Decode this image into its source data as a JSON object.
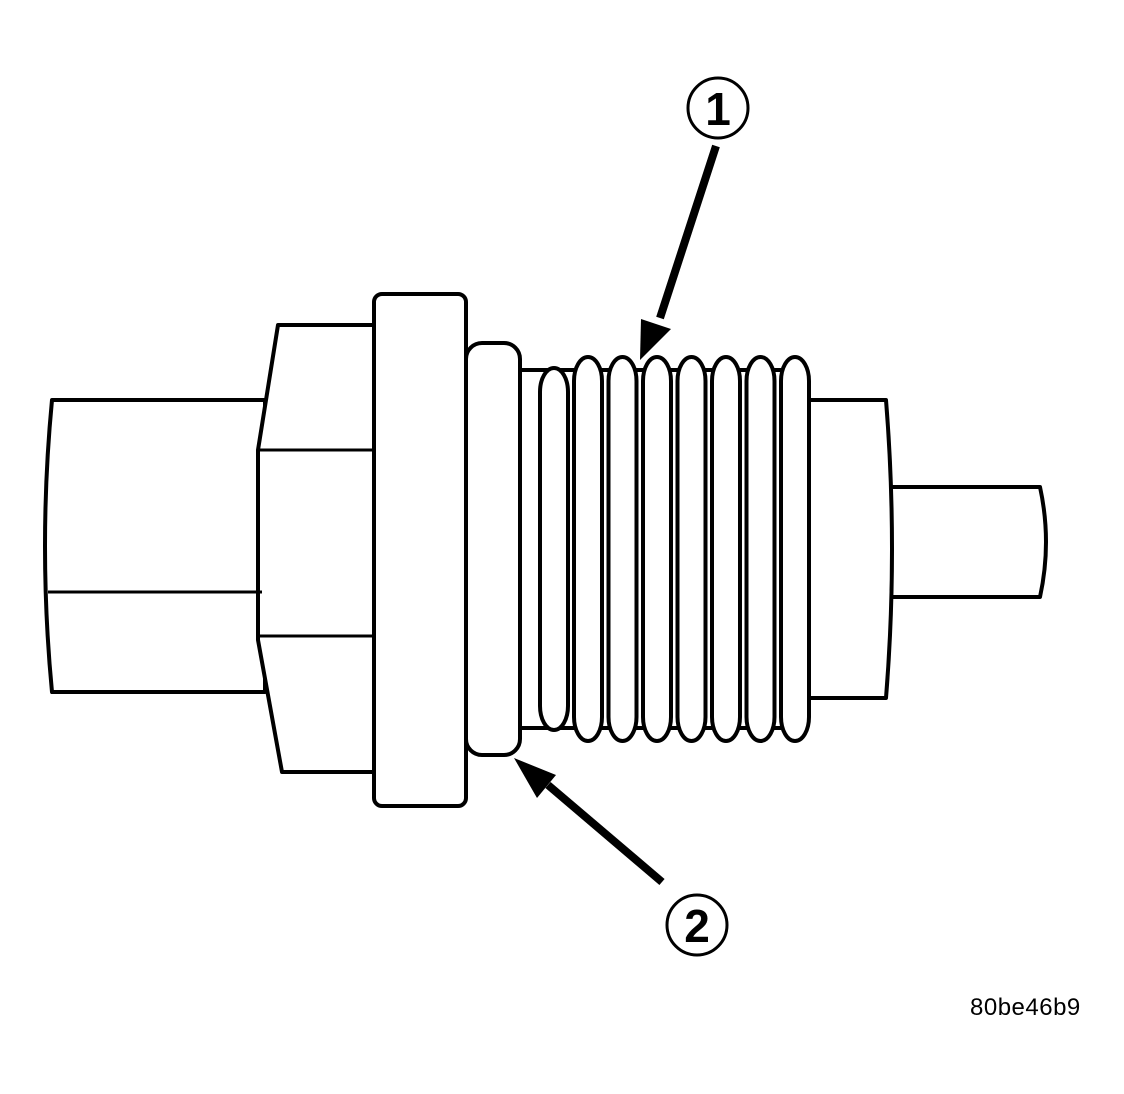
{
  "callouts": [
    {
      "id": "1",
      "label": "1"
    },
    {
      "id": "2",
      "label": "2"
    }
  ],
  "figure_id": "80be46b9",
  "colors": {
    "line": "#000000",
    "fill": "#ffffff"
  }
}
